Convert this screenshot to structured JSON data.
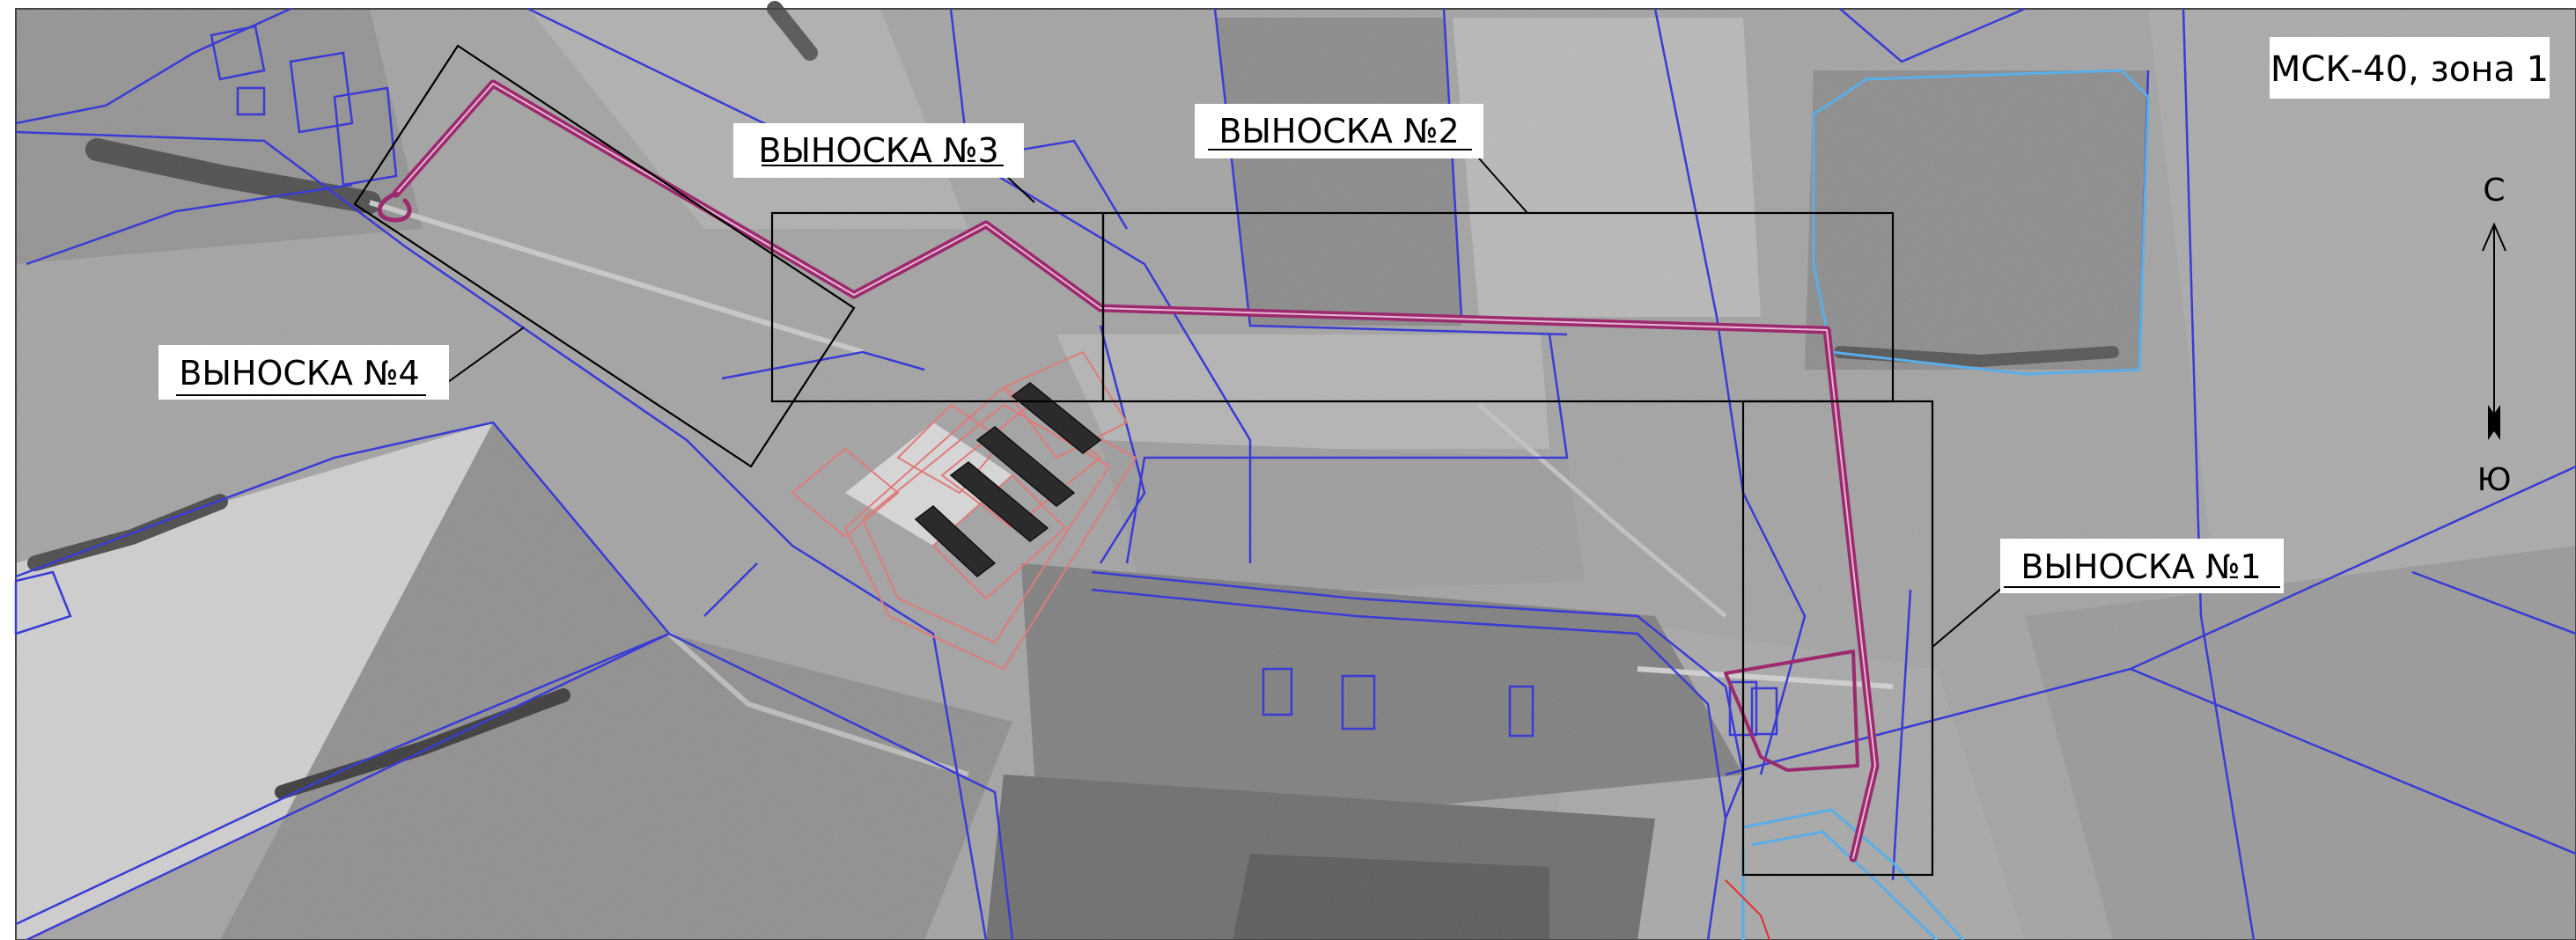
{
  "map": {
    "crs_label": "МСК-40, зона 1",
    "compass": {
      "north": "С",
      "south": "Ю"
    },
    "callouts": [
      {
        "label": "ВЫНОСКА №1"
      },
      {
        "label": "ВЫНОСКА №2"
      },
      {
        "label": "ВЫНОСКА №3"
      },
      {
        "label": "ВЫНОСКА №4"
      }
    ],
    "colors": {
      "parcel_boundary": "#3b3bd6",
      "water_boundary": "#5aaee8",
      "route": "#9c2a6e",
      "building_outline": "#e07a7a",
      "callout_frame": "#000000",
      "imagery_base": "#9a9a9a"
    }
  }
}
